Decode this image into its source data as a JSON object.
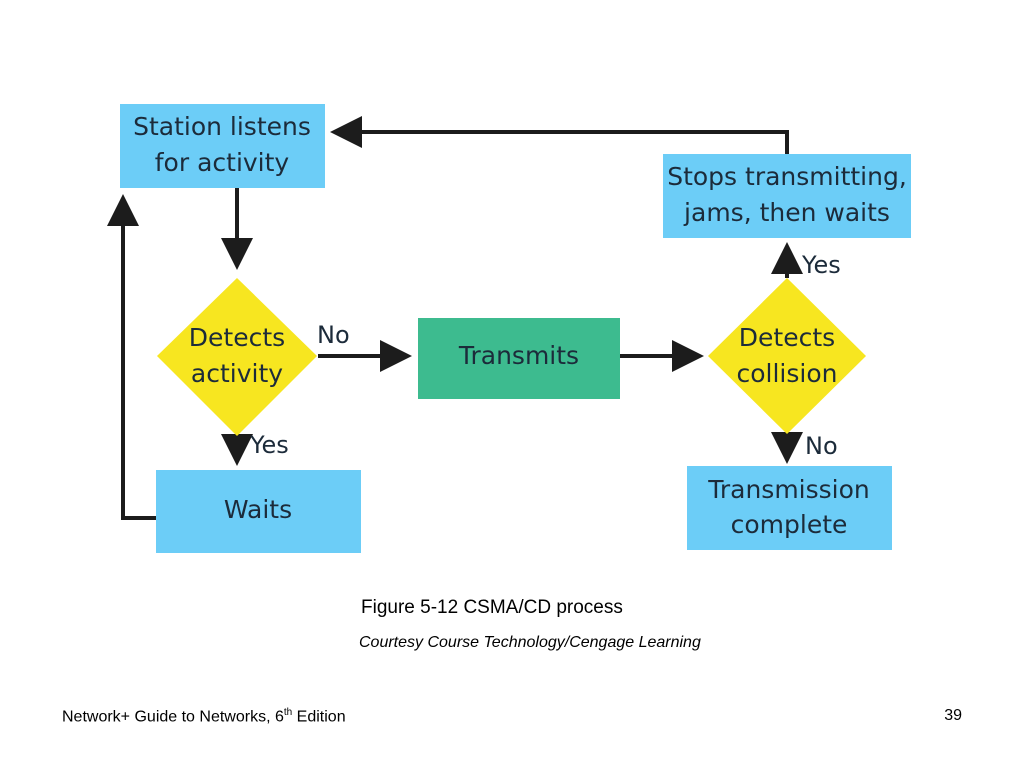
{
  "diagram": {
    "colors": {
      "process_fill": "#6ccdf7",
      "transmit_fill": "#3dbb8f",
      "decision_fill": "#f7e620",
      "arrow": "#1c1c1c"
    },
    "nodes": {
      "listen": {
        "line1": "Station listens",
        "line2": "for activity"
      },
      "detect_activity": {
        "line1": "Detects",
        "line2": "activity"
      },
      "transmits": {
        "label": "Transmits"
      },
      "detect_collision": {
        "line1": "Detects",
        "line2": "collision"
      },
      "stops": {
        "line1": "Stops transmitting,",
        "line2": "jams, then waits"
      },
      "waits": {
        "label": "Waits"
      },
      "complete": {
        "line1": "Transmission",
        "line2": "complete"
      }
    },
    "edges": {
      "activity_no": "No",
      "activity_yes": "Yes",
      "collision_yes": "Yes",
      "collision_no": "No"
    }
  },
  "caption": "Figure 5-12 CSMA/CD process",
  "credit": "Courtesy Course Technology/Cengage Learning",
  "footer": {
    "book_title_before": "Network+ Guide to Networks, 6",
    "book_title_sup": "th",
    "book_title_after": " Edition",
    "page_number": "39"
  }
}
